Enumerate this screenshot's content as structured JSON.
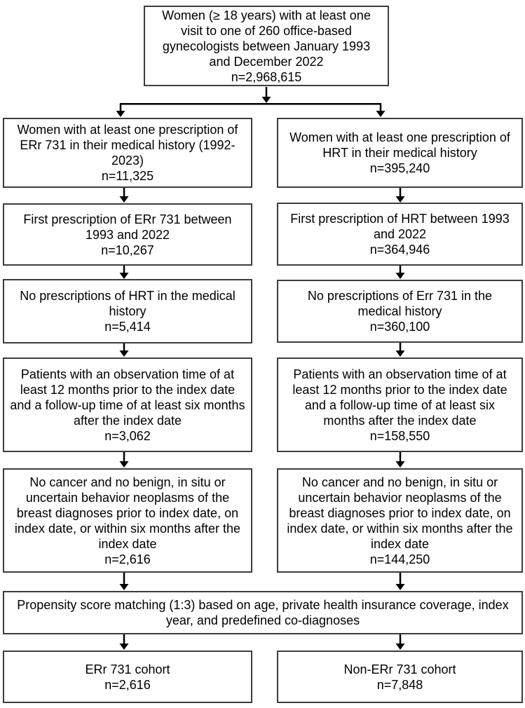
{
  "colors": {
    "box_border": "#3d3d3d",
    "arrow": "#000000",
    "background": "#ffffff",
    "text": "#000000"
  },
  "flowchart": {
    "top_box": {
      "text": "Women (≥ 18 years) with at least one\nvisit to one of 260 office-based\ngynecologists between January 1993\nand December 2022\nn=2,968,615"
    },
    "left_column": [
      {
        "text": "Women with at least one prescription of\nERr 731 in their medical history (1992-\n2023)\nn=11,325"
      },
      {
        "text": "First prescription of ERr 731 between\n1993 and 2022\nn=10,267"
      },
      {
        "text": "No prescriptions of HRT in the medical\nhistory\nn=5,414"
      },
      {
        "text": "Patients with an observation time of at\nleast 12 months prior to the index date\nand a follow-up time of at least six months\nafter the index date\nn=3,062"
      },
      {
        "text": "No cancer and no benign, in situ or\nuncertain behavior neoplasms of the\nbreast diagnoses prior to index date, on\nindex date, or within six months after the\nindex date\nn=2,616"
      }
    ],
    "right_column": [
      {
        "text": "Women with at least one prescription of\nHRT in their medical history\nn=395,240"
      },
      {
        "text": "First prescription of HRT between 1993\nand 2022\nn=364,946"
      },
      {
        "text": "No prescriptions of Err 731 in the\nmedical history\nn=360,100"
      },
      {
        "text": "Patients with an observation time of at\nleast 12 months prior to the index date\nand a follow-up time of at least six\nmonths after the index date\nn=158,550"
      },
      {
        "text": "No cancer and no benign, in situ or\nuncertain behavior neoplasms of the\nbreast diagnoses prior to index date, on\nindex date, or within six months after the\nindex date\nn=144,250"
      }
    ],
    "matching_box": {
      "text": "Propensity score matching (1:3) based on age, private health insurance coverage, index\nyear, and predefined co-diagnoses"
    },
    "final_left": {
      "text": "ERr 731 cohort\nn=2,616"
    },
    "final_right": {
      "text": "Non-ERr 731 cohort\nn=7,848"
    }
  }
}
